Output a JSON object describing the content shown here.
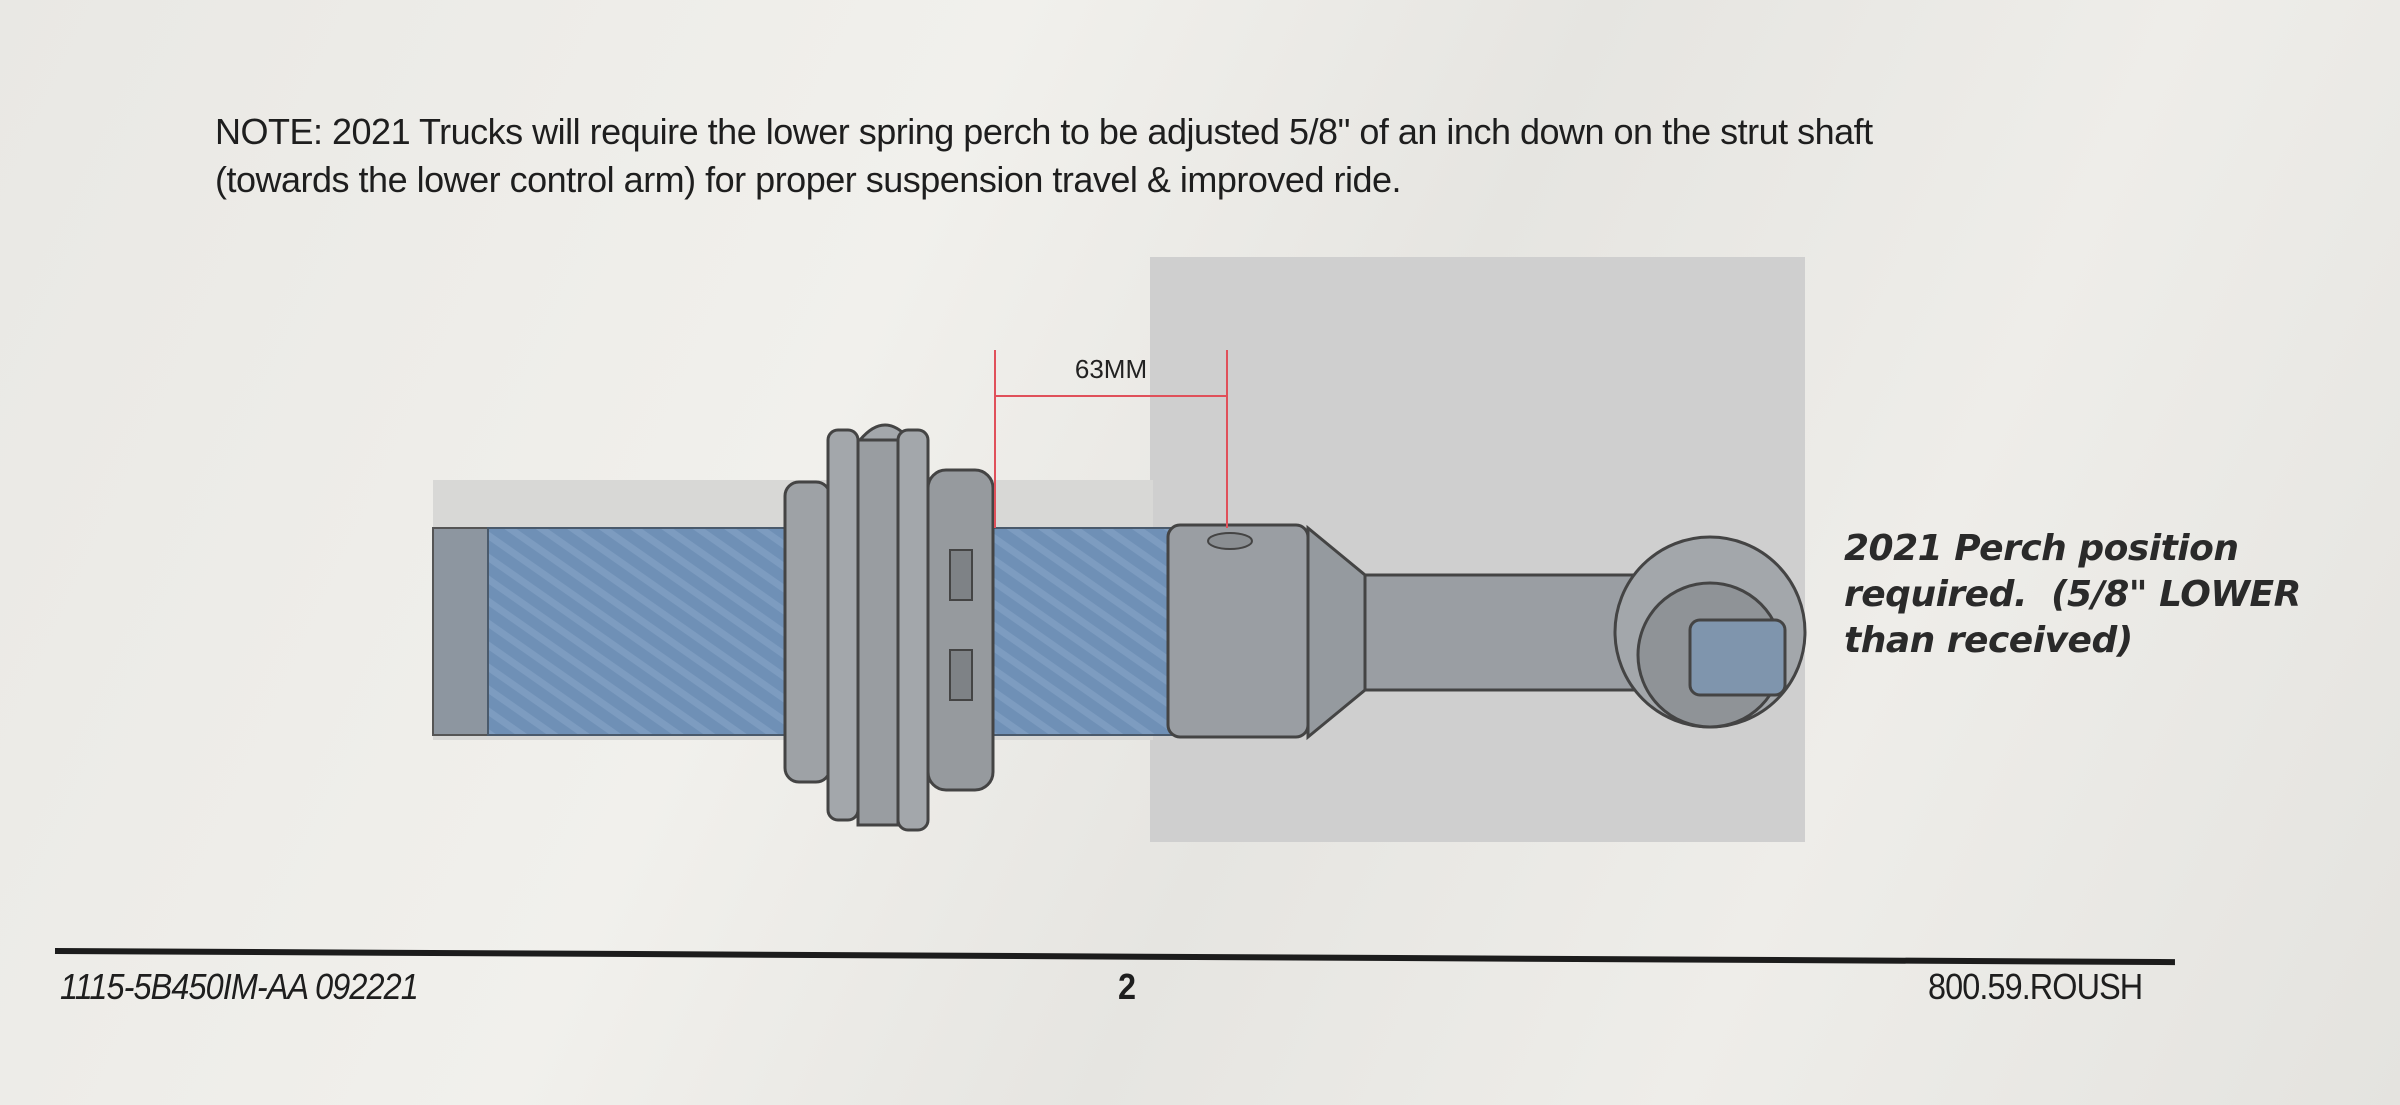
{
  "note": {
    "line1": "NOTE: 2021 Trucks will require the lower spring perch to be adjusted 5/8\" of an inch down on the strut shaft",
    "line2": "(towards the lower control arm) for proper suspension travel & improved ride."
  },
  "diagram": {
    "dimension_label": "63MM",
    "colors": {
      "shaft_blue": "#6e8fb4",
      "metal_gray": "#9a9ea3",
      "dimension_red": "#e0505a"
    }
  },
  "callout": {
    "line1": "2021 Perch position",
    "line2": "required.  (5/8\" LOWER",
    "line3": "than received)"
  },
  "footer": {
    "doc_number": "1115-5B450IM-AA 092221",
    "page_number": "2",
    "phone": "800.59.ROUSH"
  }
}
